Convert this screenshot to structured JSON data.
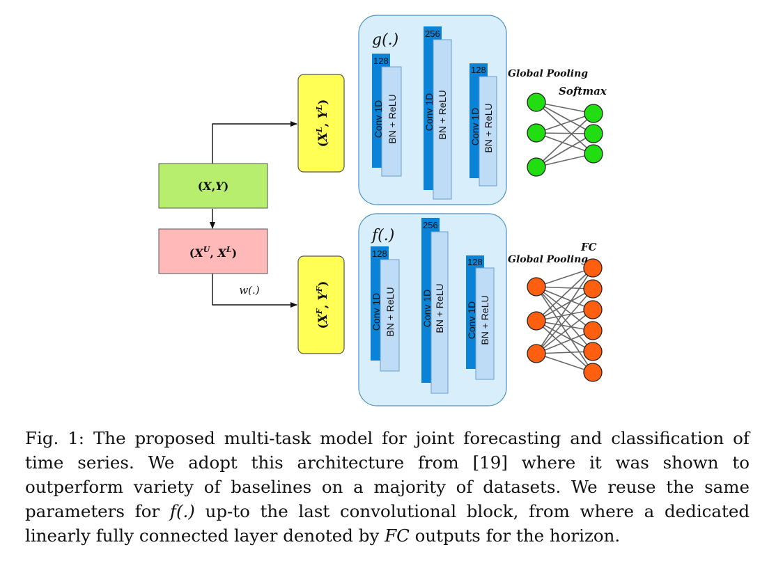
{
  "inputs": {
    "xy": "(X,Y)",
    "xu_xl": "(X^U, X^L)",
    "xl_yl": "(X^L, Y^L)",
    "xf_yf": "(X^F, Y^F)",
    "weight_fn": "w(.)"
  },
  "upper_model": {
    "label": "g(.)",
    "blocks": [
      {
        "filters": "128",
        "conv": "Conv 1D",
        "bn": "BN + ReLU"
      },
      {
        "filters": "256",
        "conv": "Conv 1D",
        "bn": "BN + ReLU"
      },
      {
        "filters": "128",
        "conv": "Conv 1D",
        "bn": "BN + ReLU"
      }
    ],
    "pooling": "Global Pooling",
    "head": "Softmax"
  },
  "lower_model": {
    "label": "f(.)",
    "blocks": [
      {
        "filters": "128",
        "conv": "Conv 1D",
        "bn": "BN + ReLU"
      },
      {
        "filters": "256",
        "conv": "Conv 1D",
        "bn": "BN + ReLU"
      },
      {
        "filters": "128",
        "conv": "Conv 1D",
        "bn": "BN + ReLU"
      }
    ],
    "pooling": "Global Pooling",
    "head": "FC"
  },
  "colors": {
    "xy_box": "#b8ee6e",
    "xuxl_box": "#ffb9b9",
    "yellow_box": "#ffff55",
    "panel": "#d9eefb",
    "conv": "#0a83d6",
    "bn": "#bfdcf6",
    "green_node": "#22dd11",
    "orange_node": "#ff5f0f"
  },
  "caption": {
    "prefix": "Fig. 1: The proposed multi-task model for joint forecasting and classification of time series. We adopt this architecture from [19] where it was shown to outperform variety of baselines on a majority of datasets. We reuse the same parameters for ",
    "f": "f(.)",
    "middle": " up-to the last convolutional block, from where a dedicated linearly fully connected layer denoted by ",
    "fc": "FC",
    "suffix": " outputs for the horizon."
  }
}
